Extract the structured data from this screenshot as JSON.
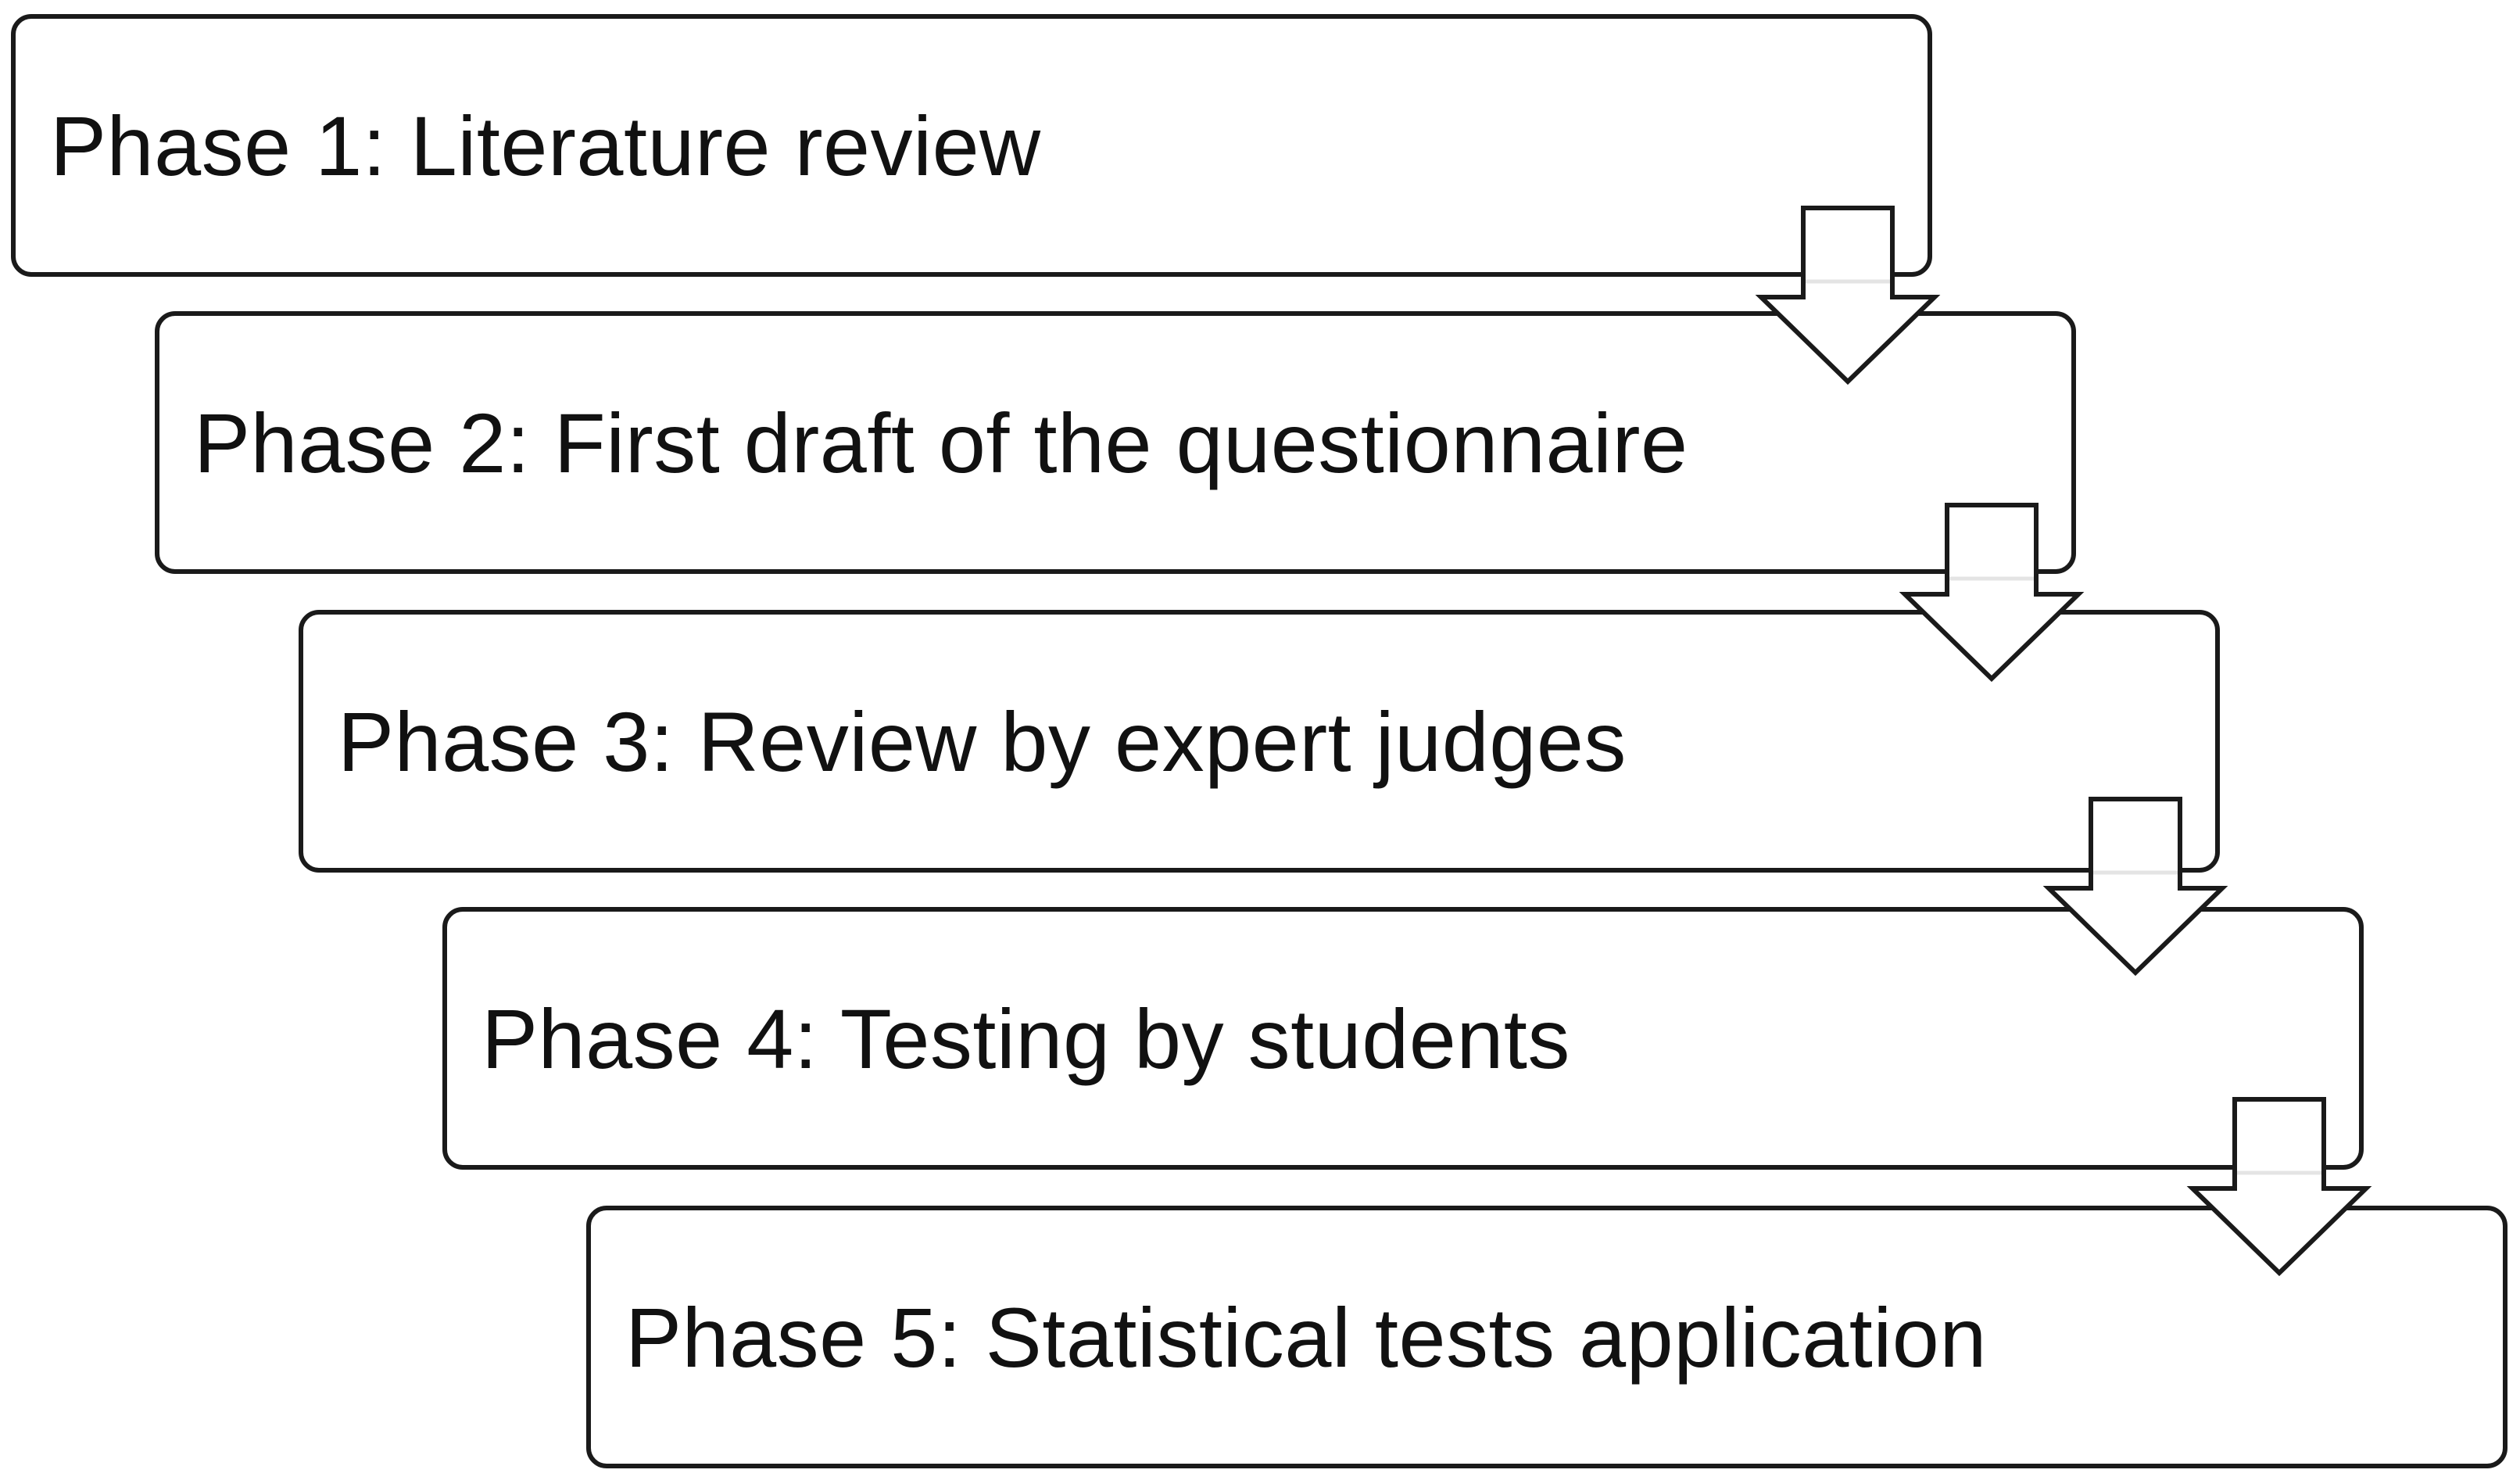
{
  "phases": [
    {
      "label": "Phase 1: Literature review"
    },
    {
      "label": "Phase 2: First draft of the questionnaire"
    },
    {
      "label": "Phase 3: Review by expert judges"
    },
    {
      "label": "Phase 4: Testing by students"
    },
    {
      "label": "Phase 5: Statistical tests application"
    }
  ],
  "connectors": [
    {
      "icon": "down-arrow-icon"
    },
    {
      "icon": "down-arrow-icon"
    },
    {
      "icon": "down-arrow-icon"
    },
    {
      "icon": "down-arrow-icon"
    }
  ],
  "colors": {
    "stroke": "#1a1a1a",
    "fill": "#ffffff",
    "text": "#111111"
  }
}
